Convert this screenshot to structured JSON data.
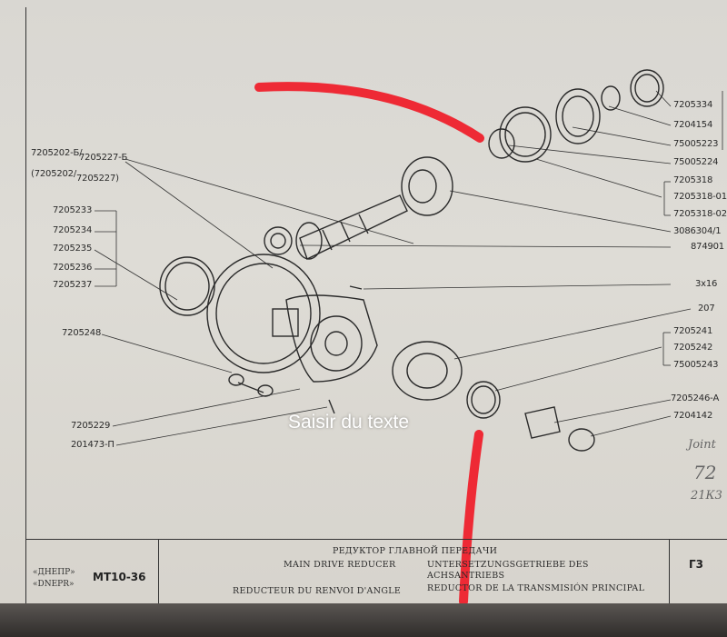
{
  "part_numbers": {
    "p1": "7205202-Б/",
    "p1b": "7205227-Б",
    "p2": "(7205202/",
    "p2b": "7205227)",
    "p3": "7205233",
    "p4": "7205234",
    "p5": "7205235",
    "p6": "7205236",
    "p7": "7205237",
    "p8": "7205248",
    "p9": "7205229",
    "p10": "201473-П",
    "r1": "7205334",
    "r2": "7204154",
    "r3": "75005223",
    "r4": "75005224",
    "r5": "7205318",
    "r6": "7205318-01",
    "r7": "7205318-02",
    "r8": "3086304/1",
    "r9": "874901",
    "r10": "3x16",
    "r11": "207",
    "r12": "7205241",
    "r13": "7205242",
    "r14": "75005243",
    "r15": "7205246-А",
    "r16": "7204142"
  },
  "title_block": {
    "brand_ru": "«ДНЕПР»",
    "brand_en": "«DNEPR»",
    "model": "МТ10-36",
    "title_ru": "РЕДУКТОР ГЛАВНОЙ ПЕРЕДАЧИ",
    "title_en": "MAIN DRIVE REDUCER",
    "title_de": "UNTERSETZUNGSGETRIEBE DES",
    "title_de2": "ACHSANTRIEBS",
    "title_fr": "REDUCTEUR DU RENVOI D'ANGLE",
    "title_es": "REDUCTOR DE LA TRANSMISIÓN PRINCIPAL",
    "sheet": "Г3"
  },
  "handwriting": {
    "h1": "Joint",
    "h2": "72",
    "h3": "21К3"
  },
  "overlay_text": "Saisir du texte",
  "colors": {
    "marker": "#ee2a35",
    "paper": "#dad8d2",
    "ink": "#2a2a2a"
  }
}
